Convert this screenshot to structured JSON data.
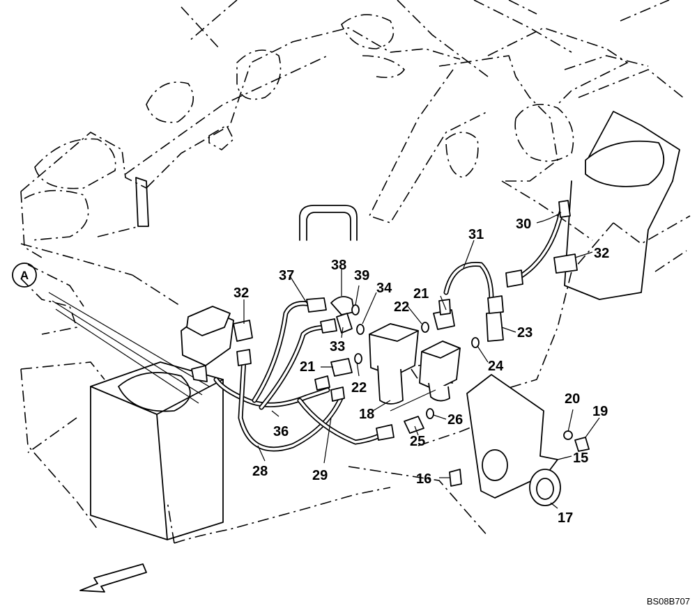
{
  "reference_circle": "A",
  "drawing_code": "BS08B707",
  "callouts": [
    {
      "id": "c30",
      "label": "30"
    },
    {
      "id": "c31",
      "label": "31"
    },
    {
      "id": "c32a",
      "label": "32"
    },
    {
      "id": "c32b",
      "label": "32"
    },
    {
      "id": "c37",
      "label": "37"
    },
    {
      "id": "c38",
      "label": "38"
    },
    {
      "id": "c39",
      "label": "39"
    },
    {
      "id": "c34",
      "label": "34"
    },
    {
      "id": "c22a",
      "label": "22"
    },
    {
      "id": "c21a",
      "label": "21"
    },
    {
      "id": "c23",
      "label": "23"
    },
    {
      "id": "c33",
      "label": "33"
    },
    {
      "id": "c24",
      "label": "24"
    },
    {
      "id": "c21b",
      "label": "21"
    },
    {
      "id": "c22b",
      "label": "22"
    },
    {
      "id": "c18",
      "label": "18"
    },
    {
      "id": "c26",
      "label": "26"
    },
    {
      "id": "c20",
      "label": "20"
    },
    {
      "id": "c19",
      "label": "19"
    },
    {
      "id": "c36",
      "label": "36"
    },
    {
      "id": "c25",
      "label": "25"
    },
    {
      "id": "c15",
      "label": "15"
    },
    {
      "id": "c28",
      "label": "28"
    },
    {
      "id": "c29",
      "label": "29"
    },
    {
      "id": "c16",
      "label": "16"
    },
    {
      "id": "c17",
      "label": "17"
    }
  ]
}
